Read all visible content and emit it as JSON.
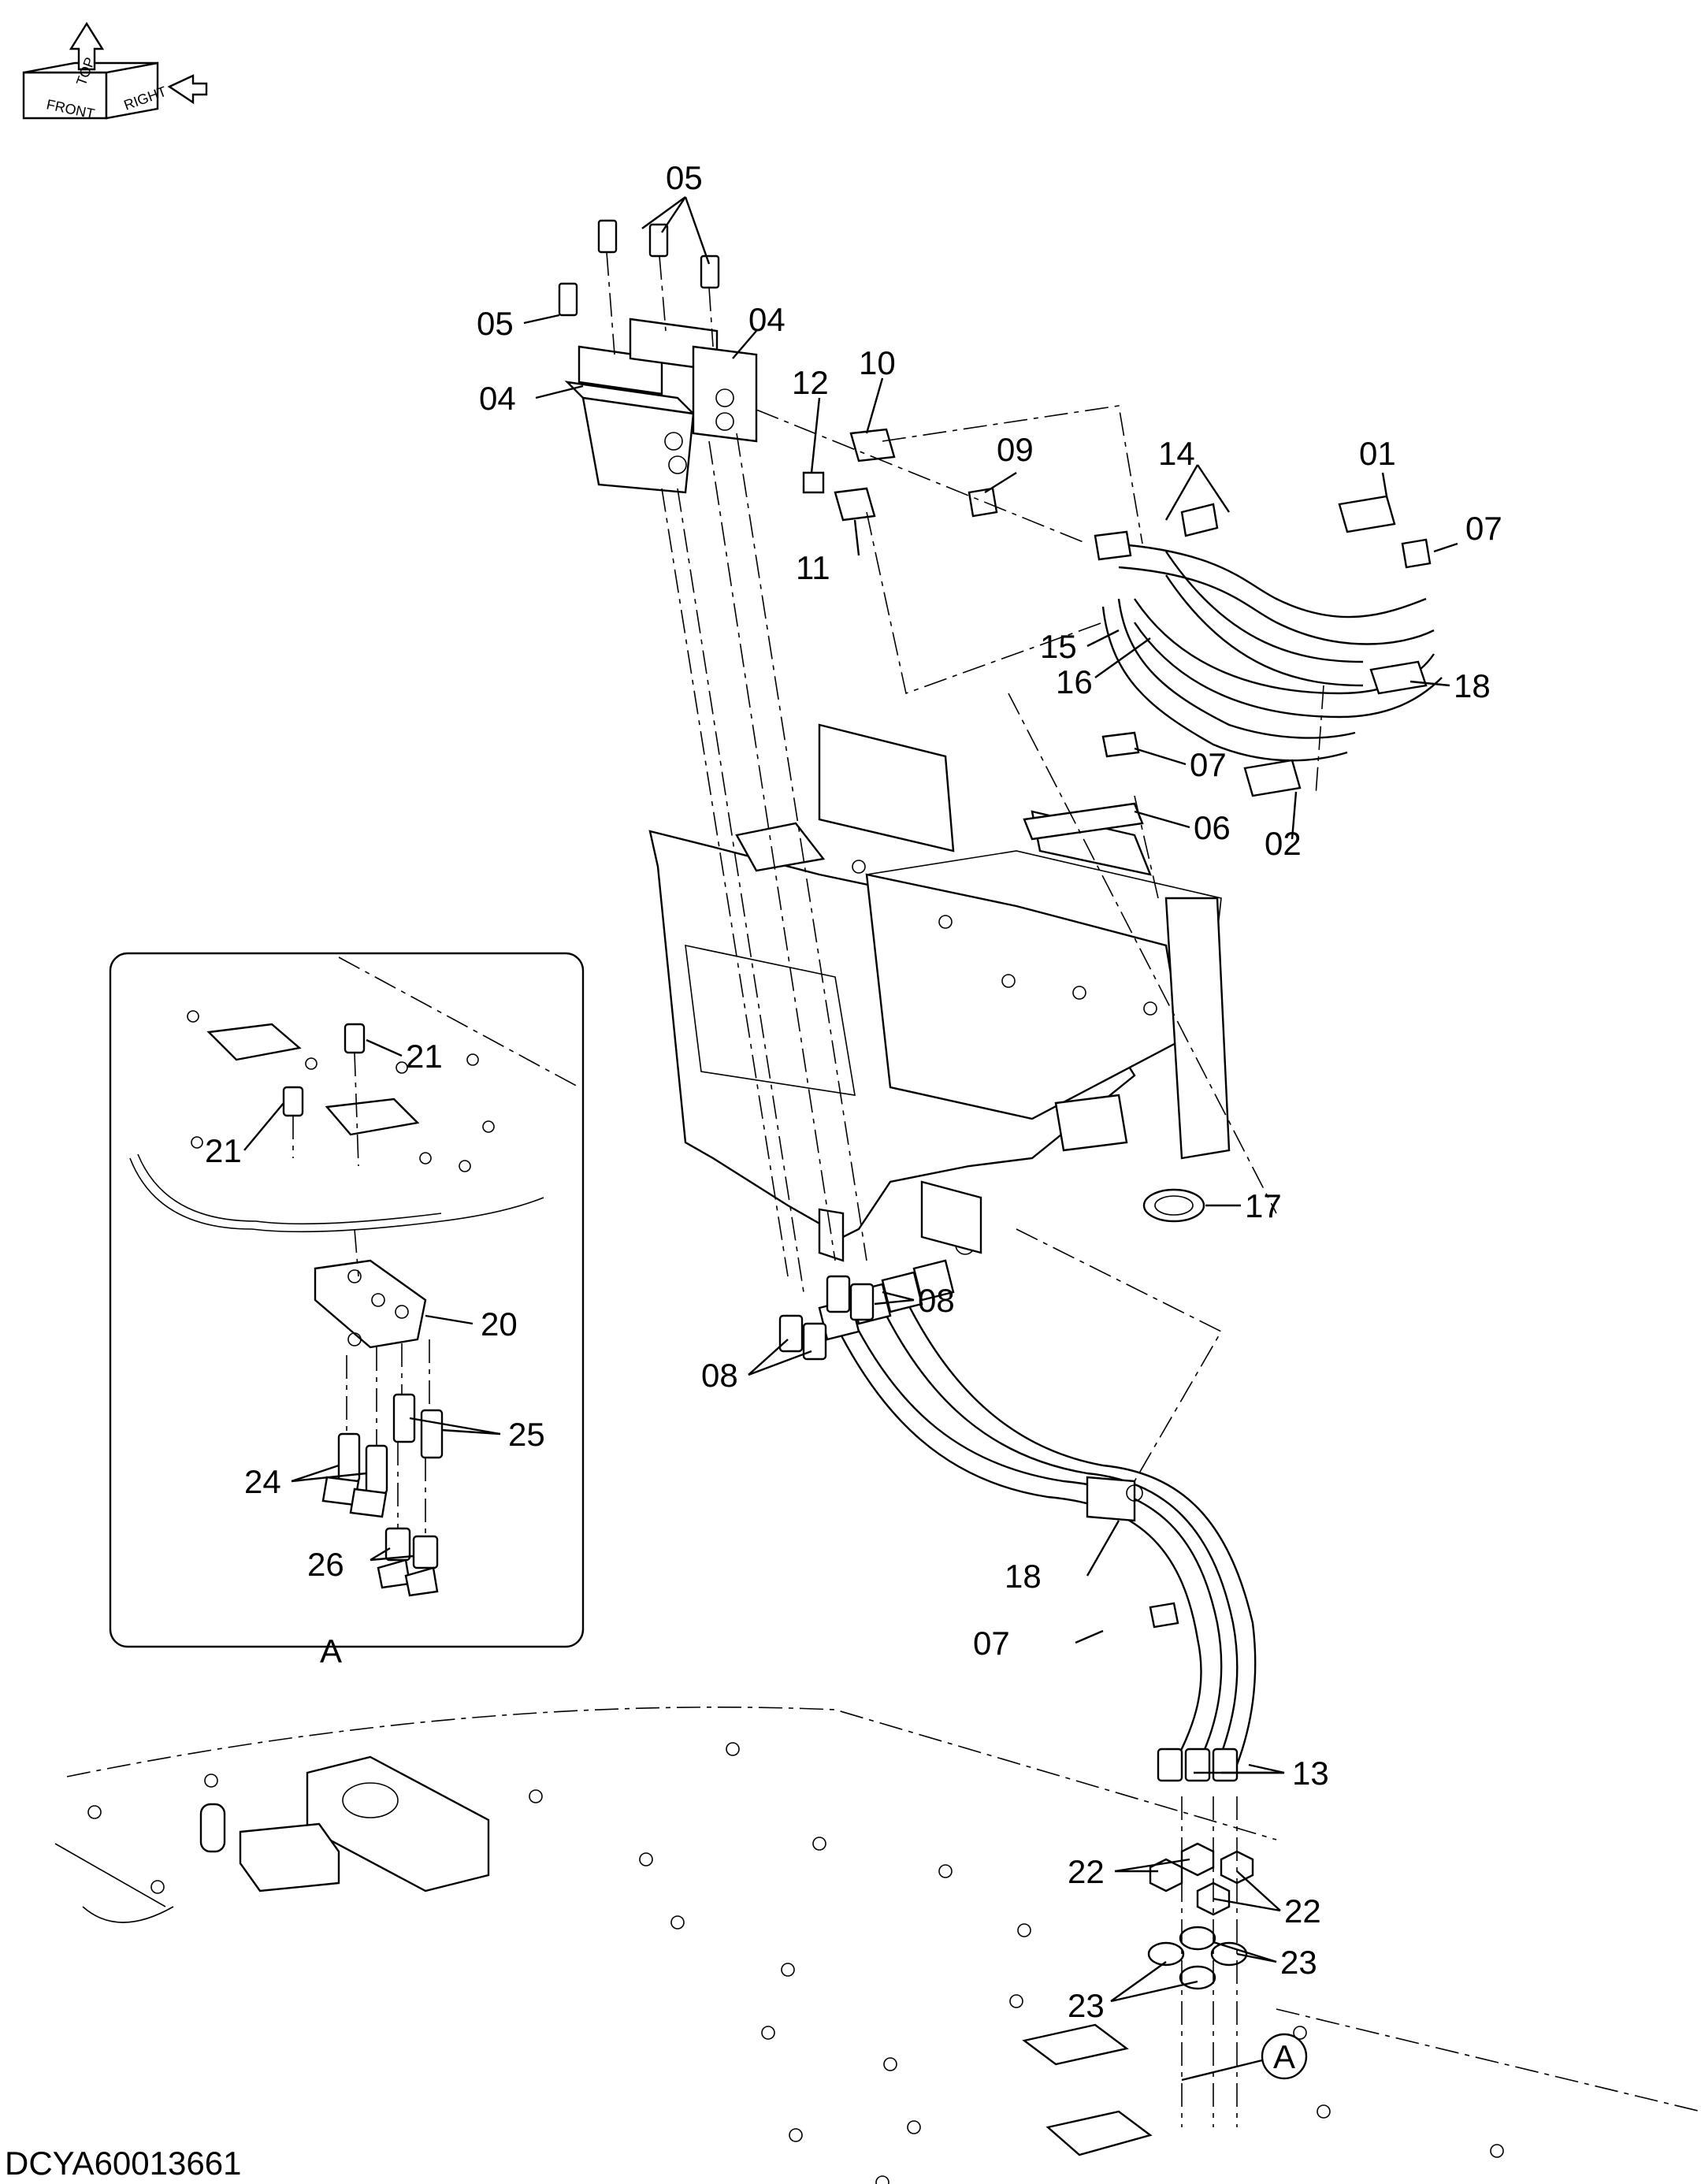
{
  "drawing_code": "DCYA60013661",
  "compass": {
    "front": "FRONT",
    "top": "TOP",
    "right": "RIGHT"
  },
  "callouts": {
    "c01": "01",
    "c02": "02",
    "c04a": "04",
    "c04b": "04",
    "c05a": "05",
    "c05b": "05",
    "c06": "06",
    "c07a": "07",
    "c07b": "07",
    "c07c": "07",
    "c08a": "08",
    "c08b": "08",
    "c09": "09",
    "c10": "10",
    "c11": "11",
    "c12": "12",
    "c13": "13",
    "c14": "14",
    "c15": "15",
    "c16": "16",
    "c17": "17",
    "c18a": "18",
    "c18b": "18",
    "c20": "20",
    "c21a": "21",
    "c21b": "21",
    "c22a": "22",
    "c22b": "22",
    "c23a": "23",
    "c23b": "23",
    "c24": "24",
    "c25": "25",
    "c26": "26"
  },
  "detail_view": {
    "label": "A"
  },
  "view_marker": {
    "label": "A"
  }
}
